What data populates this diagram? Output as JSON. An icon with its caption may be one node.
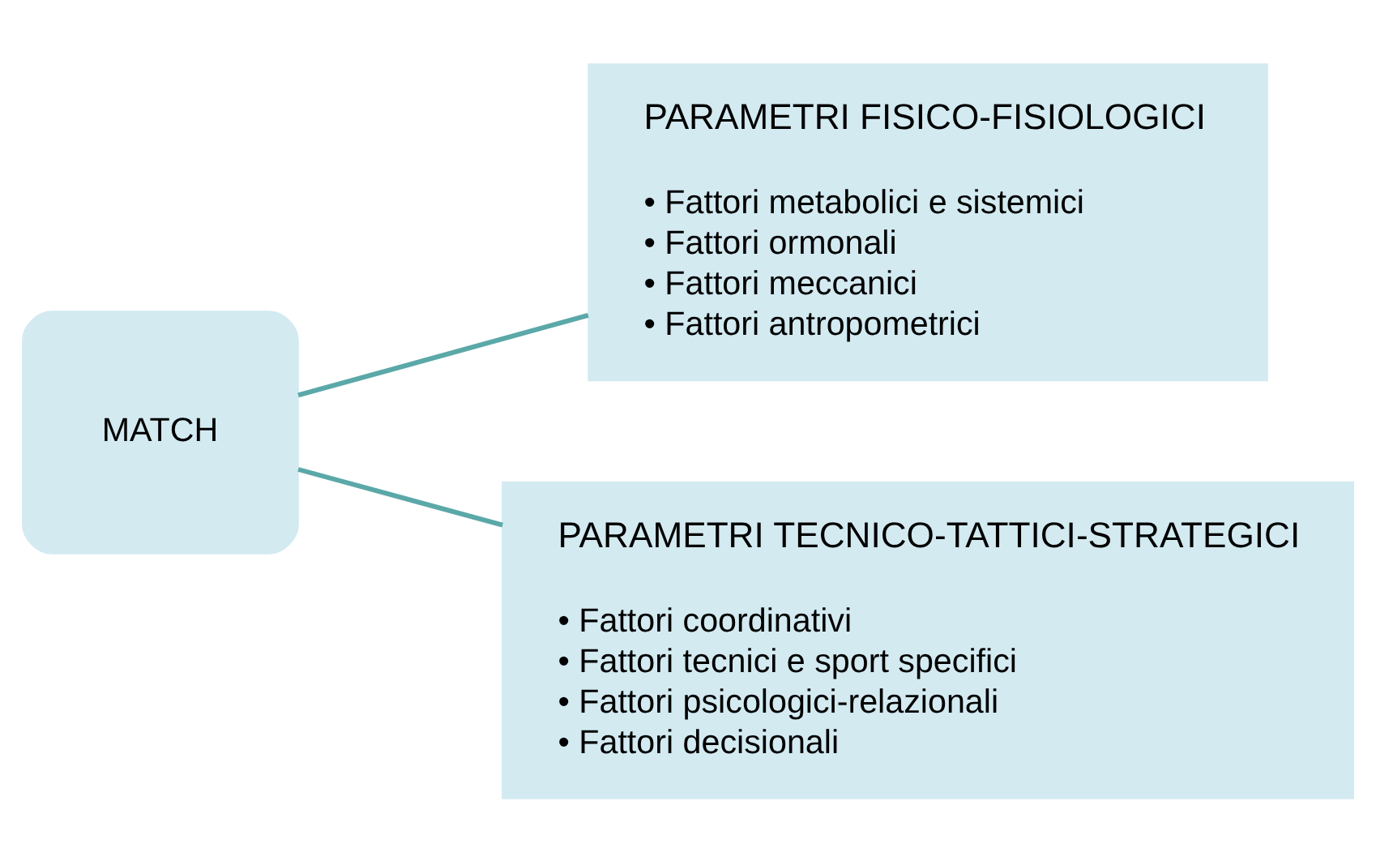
{
  "diagram": {
    "nodes": [
      {
        "text": [
          "MATCH"
        ]
      },
      {
        "text": [
          "PARAMETRI FISICO-FISIOLOGICI",
          "• Fattori metabolici e sistemici",
          "• Fattori ormonali",
          "• Fattori meccanici",
          "• Fattori antropometrici"
        ]
      },
      {
        "text": [
          "PARAMETRI TECNICO-TATTICI-STRATEGICI",
          "• Fattori coordinativi",
          "• Fattori tecnici e sport specifici",
          "• Fattori psicologici-relazionali",
          "• Fattori decisionali"
        ]
      }
    ],
    "edges": [
      {
        "from": 0,
        "to": 1,
        "arrow": "none"
      },
      {
        "from": 0,
        "to": 2,
        "arrow": "none"
      }
    ]
  }
}
